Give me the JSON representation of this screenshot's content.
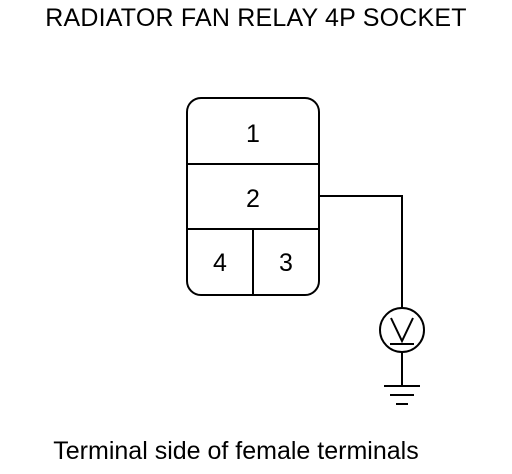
{
  "title": "RADIATOR FAN RELAY 4P SOCKET",
  "caption": "Terminal side of female terminals",
  "connector": {
    "terminals": [
      {
        "id": "1",
        "label": "1"
      },
      {
        "id": "2",
        "label": "2"
      },
      {
        "id": "3",
        "label": "3"
      },
      {
        "id": "4",
        "label": "4"
      }
    ]
  },
  "meter": {
    "symbol": "V",
    "icon": "voltmeter-icon"
  },
  "ground": {
    "icon": "ground-icon"
  },
  "colors": {
    "line": "#000000",
    "background": "#ffffff"
  }
}
